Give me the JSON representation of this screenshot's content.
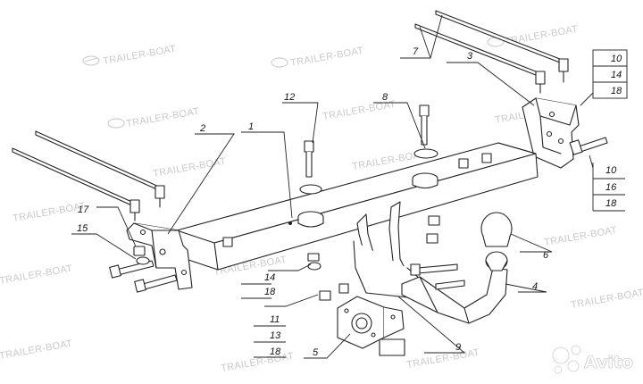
{
  "watermark": {
    "text": "TRAILER-BOAT"
  },
  "brand": {
    "text": "Avito"
  },
  "callouts": {
    "c1": "1",
    "c2": "2",
    "c3": "3",
    "c4": "4",
    "c5": "5",
    "c6": "6",
    "c7": "7",
    "c8": "8",
    "c9": "9",
    "c12": "12",
    "c15": "15",
    "c17": "17",
    "box_right_top": [
      "10",
      "14",
      "18"
    ],
    "box_right_mid": [
      "10",
      "16",
      "18"
    ],
    "pair_left": [
      "14",
      "18"
    ],
    "stack_bottom": [
      "11",
      "13",
      "18"
    ]
  },
  "colors": {
    "line": "#222222",
    "watermark": "#c9c9c9",
    "brand": "#ffffff"
  }
}
